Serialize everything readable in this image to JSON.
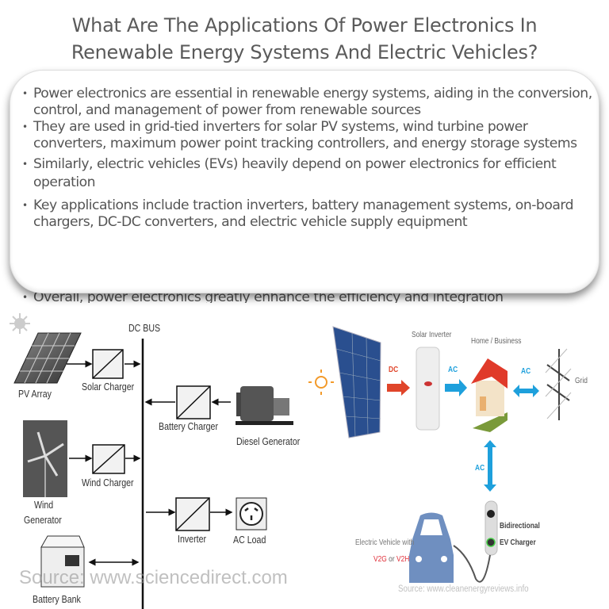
{
  "title": {
    "line1": "What Are The Applications Of Power Electronics In",
    "line2": "Renewable Energy Systems And Electric Vehicles?"
  },
  "bullets": [
    "Power electronics are essential in renewable energy systems, aiding in the conversion, control, and management of power from renewable sources",
    "They are used in grid-tied inverters for solar PV systems, wind turbine power converters, maximum power point tracking controllers, and energy storage systems",
    "Similarly, electric vehicles (EVs) heavily depend on power electronics for efficient operation",
    "Key applications include traction inverters, battery management systems, on-board chargers, DC-DC converters, and electric vehicle supply equipment",
    "Overall, power electronics greatly enhance the efficiency and integration"
  ],
  "left_diagram": {
    "dc_bus": "DC BUS",
    "pv_array": "PV Array",
    "solar_charger": "Solar Charger",
    "battery_charger": "Battery Charger",
    "diesel_generator": "Diesel Generator",
    "wind_generator_1": "Wind",
    "wind_generator_2": "Generator",
    "wind_charger": "Wind Charger",
    "inverter": "Inverter",
    "ac_load": "AC Load",
    "battery_bank": "Battery Bank",
    "source": "Source: www.sciencedirect.com"
  },
  "right_diagram": {
    "solar_inverter": "Solar Inverter",
    "home_business": "Home / Business",
    "grid": "Grid",
    "dc": "DC",
    "ac1": "AC",
    "ac2": "AC",
    "ac3": "AC",
    "charger_1": "Bidirectional",
    "charger_2": "EV Charger",
    "ev_1": "Electric Vehicle with",
    "v2g": "V2G",
    "or": "or",
    "v2h": "V2H",
    "source": "Source: www.cleanenergyreviews.info"
  },
  "colors": {
    "dc_arrow": "#e0452a",
    "ac_arrow": "#1ea0dc",
    "roof": "#e03a2a",
    "car": "#6f8fc0"
  }
}
